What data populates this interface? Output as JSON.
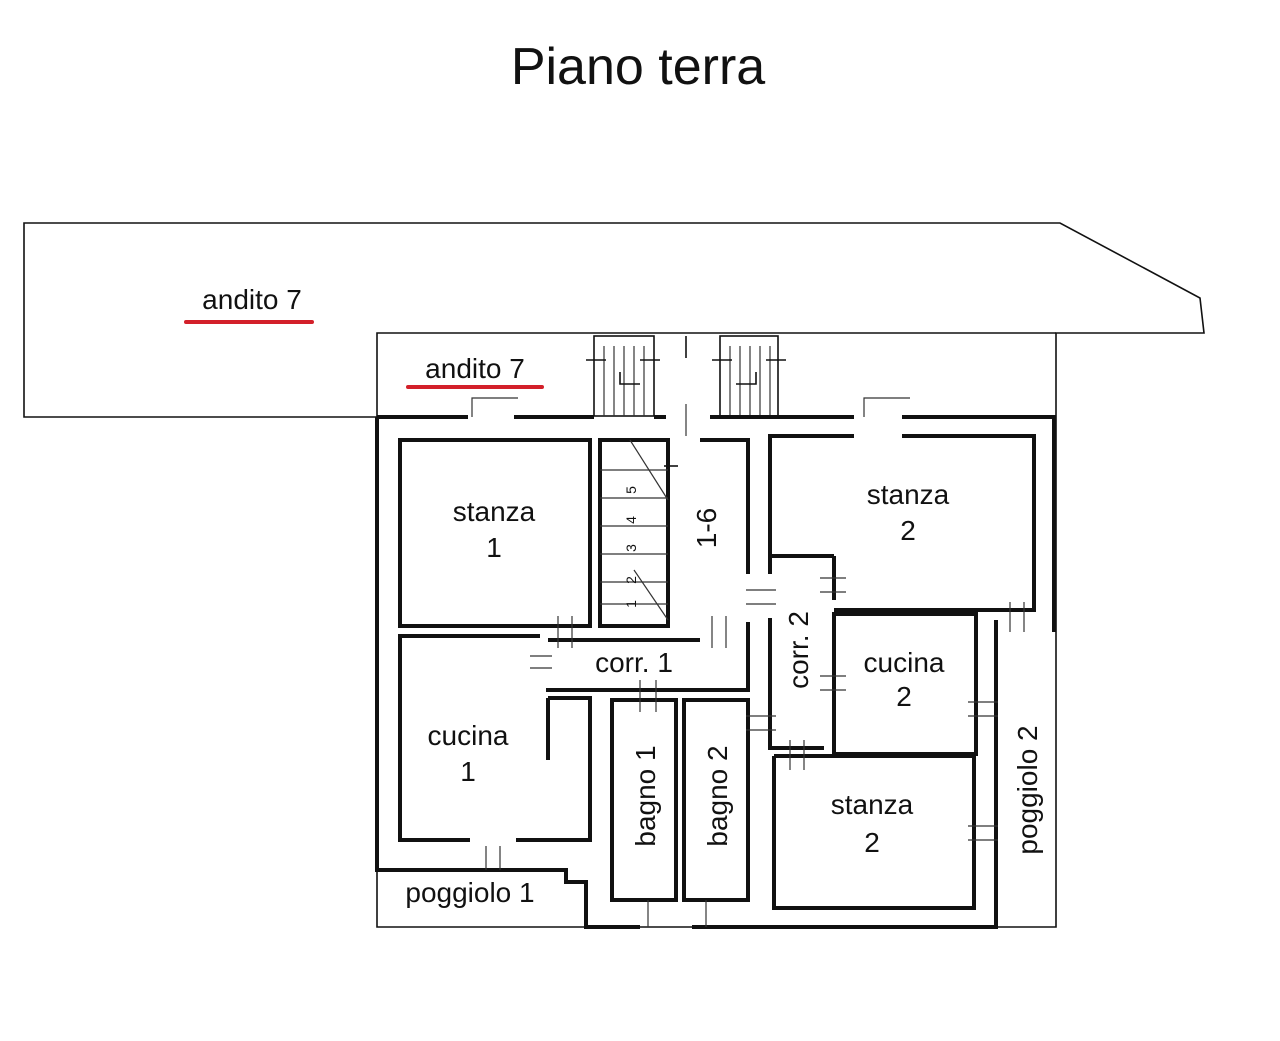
{
  "title": "Piano terra",
  "labels": {
    "andito_outer": "andito 7",
    "andito_inner": "andito 7",
    "stanza1": [
      "stanza",
      "1"
    ],
    "stanza2_top": [
      "stanza",
      "2"
    ],
    "stanza2_bottom": [
      "stanza",
      "2"
    ],
    "cucina1": [
      "cucina",
      "1"
    ],
    "cucina2": [
      "cucina",
      "2"
    ],
    "corr1": "corr. 1",
    "corr2": "corr. 2",
    "bagno1": "bagno 1",
    "bagno2": "bagno 2",
    "stair": "1-6",
    "poggiolo1": "poggiolo 1",
    "poggiolo2": "poggiolo 2",
    "steps": [
      "1",
      "2",
      "3",
      "4",
      "5"
    ]
  },
  "colors": {
    "line": "#111111",
    "highlight": "#d3202a",
    "background": "#ffffff"
  }
}
